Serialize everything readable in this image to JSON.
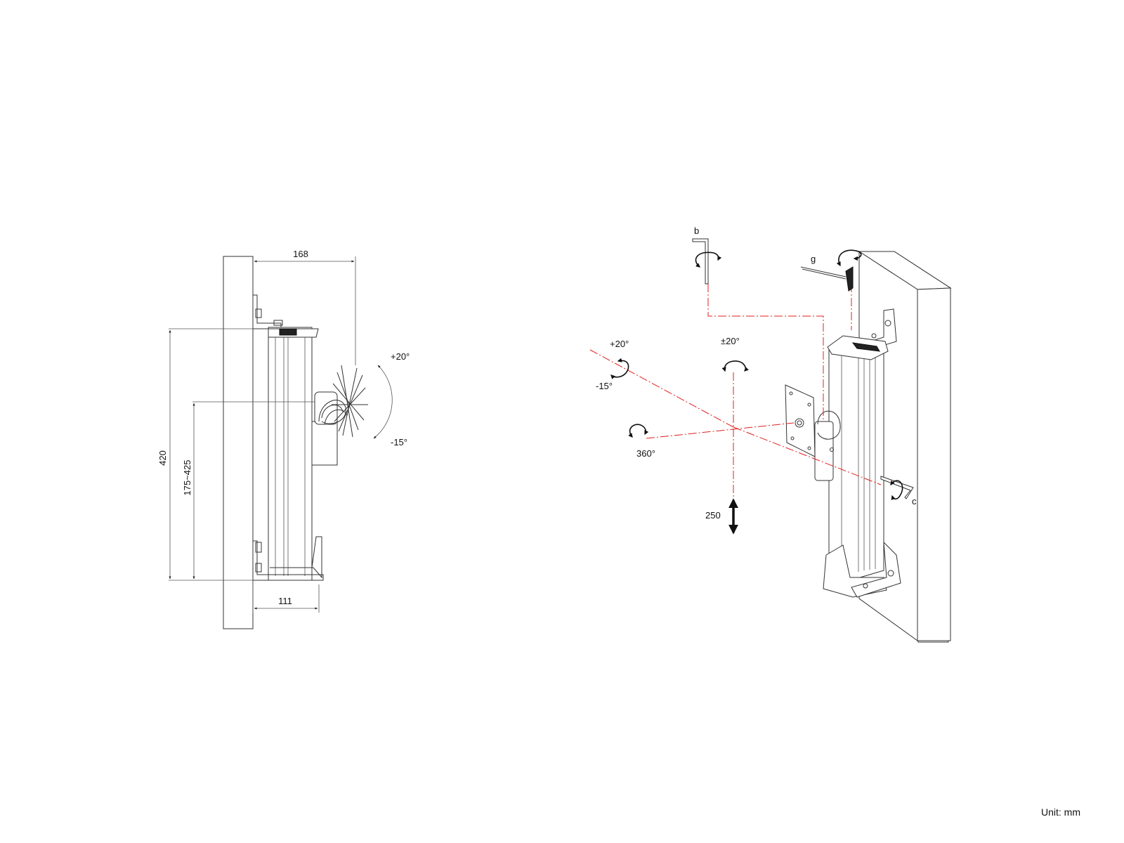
{
  "side_view": {
    "dim_depth_total": "168",
    "dim_depth_base": "111",
    "dim_height": "420",
    "dim_mount_range": "175~425",
    "tilt_up": "+20°",
    "tilt_down": "-15°"
  },
  "iso_view": {
    "tool_b": "b",
    "tool_g": "g",
    "tool_c": "c",
    "tilt_up": "+20°",
    "tilt_down": "-15°",
    "swivel": "±20°",
    "rotation": "360°",
    "extension": "250"
  },
  "unit_label": "Unit: mm"
}
